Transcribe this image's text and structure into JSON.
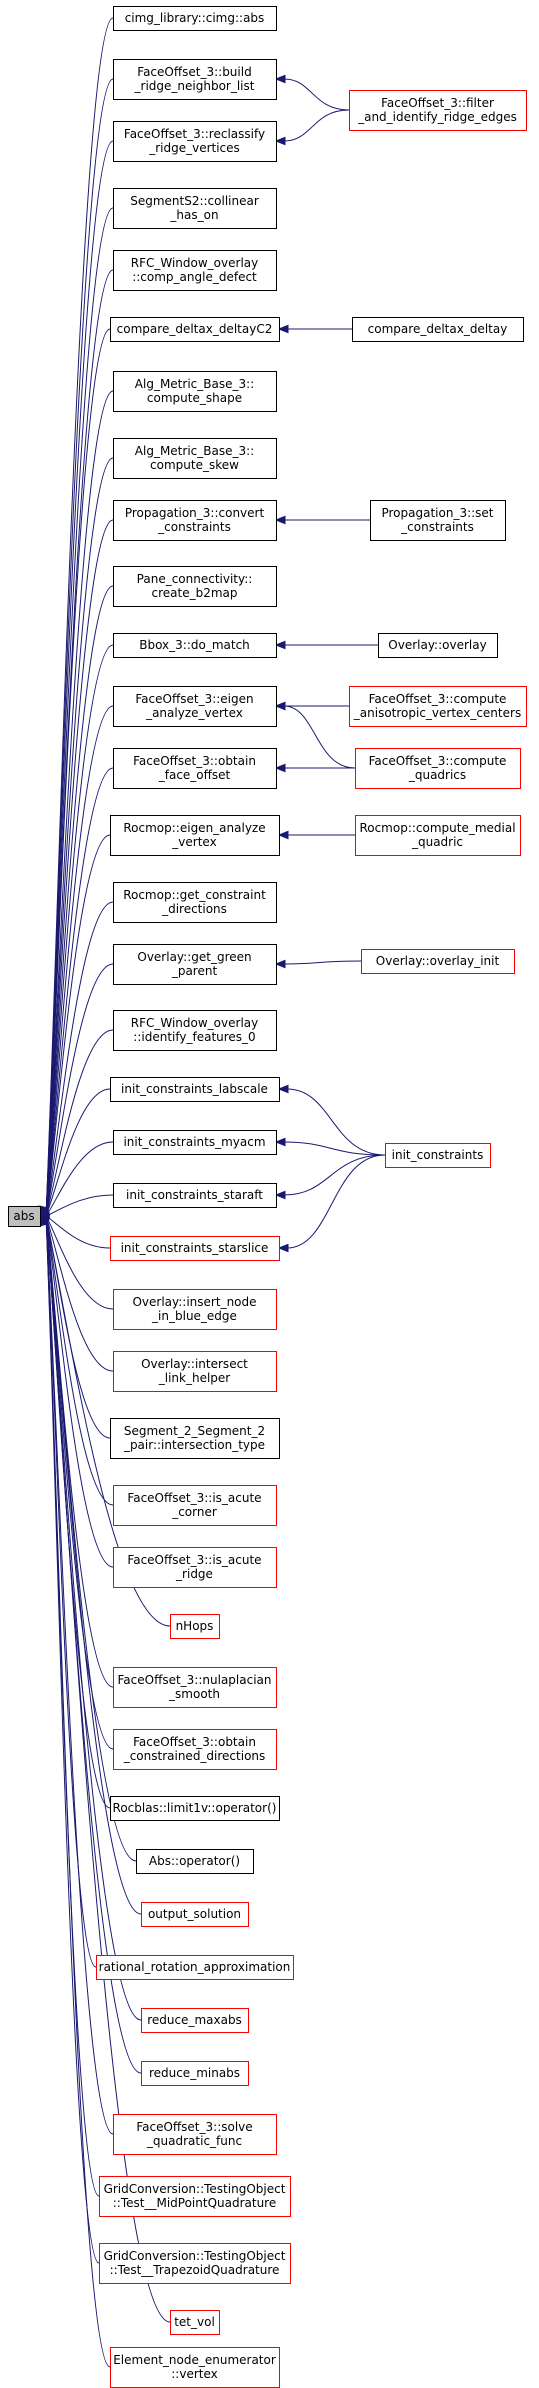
{
  "root": {
    "id": "abs",
    "lines": [
      "abs"
    ],
    "color": "gray"
  },
  "callers": [
    {
      "id": "c1",
      "lines": [
        "cimg_library::cimg::abs"
      ],
      "color": "black"
    },
    {
      "id": "c2",
      "lines": [
        "FaceOffset_3::build",
        "_ridge_neighbor_list"
      ],
      "color": "black"
    },
    {
      "id": "c3",
      "lines": [
        "FaceOffset_3::reclassify",
        "_ridge_vertices"
      ],
      "color": "black"
    },
    {
      "id": "c4",
      "lines": [
        "SegmentS2::collinear",
        "_has_on"
      ],
      "color": "black"
    },
    {
      "id": "c5",
      "lines": [
        "RFC_Window_overlay",
        "::comp_angle_defect"
      ],
      "color": "black"
    },
    {
      "id": "c6",
      "lines": [
        "compare_deltax_deltayC2"
      ],
      "color": "black"
    },
    {
      "id": "c7",
      "lines": [
        "Alg_Metric_Base_3::",
        "compute_shape"
      ],
      "color": "black"
    },
    {
      "id": "c8",
      "lines": [
        "Alg_Metric_Base_3::",
        "compute_skew"
      ],
      "color": "black"
    },
    {
      "id": "c9",
      "lines": [
        "Propagation_3::convert",
        "_constraints"
      ],
      "color": "black"
    },
    {
      "id": "c10",
      "lines": [
        "Pane_connectivity::",
        "create_b2map"
      ],
      "color": "black"
    },
    {
      "id": "c11",
      "lines": [
        "Bbox_3::do_match"
      ],
      "color": "black"
    },
    {
      "id": "c12",
      "lines": [
        "FaceOffset_3::eigen",
        "_analyze_vertex"
      ],
      "color": "black"
    },
    {
      "id": "c13",
      "lines": [
        "FaceOffset_3::obtain",
        "_face_offset"
      ],
      "color": "black"
    },
    {
      "id": "c14",
      "lines": [
        "Rocmop::eigen_analyze",
        "_vertex"
      ],
      "color": "black"
    },
    {
      "id": "c15",
      "lines": [
        "Rocmop::get_constraint",
        "_directions"
      ],
      "color": "black"
    },
    {
      "id": "c16",
      "lines": [
        "Overlay::get_green",
        "_parent"
      ],
      "color": "black"
    },
    {
      "id": "c17",
      "lines": [
        "RFC_Window_overlay",
        "::identify_features_0"
      ],
      "color": "black"
    },
    {
      "id": "c18",
      "lines": [
        "init_constraints_labscale"
      ],
      "color": "black"
    },
    {
      "id": "c19",
      "lines": [
        "init_constraints_myacm"
      ],
      "color": "black"
    },
    {
      "id": "c20",
      "lines": [
        "init_constraints_staraft"
      ],
      "color": "black"
    },
    {
      "id": "c21",
      "lines": [
        "init_constraints_starslice"
      ],
      "color": "red"
    },
    {
      "id": "c22",
      "lines": [
        "Overlay::insert_node",
        "_in_blue_edge"
      ],
      "color": "red"
    },
    {
      "id": "c23",
      "lines": [
        "Overlay::intersect",
        "_link_helper"
      ],
      "color": "red"
    },
    {
      "id": "c24",
      "lines": [
        "Segment_2_Segment_2",
        "_pair::intersection_type"
      ],
      "color": "black"
    },
    {
      "id": "c25",
      "lines": [
        "FaceOffset_3::is_acute",
        "_corner"
      ],
      "color": "red"
    },
    {
      "id": "c26",
      "lines": [
        "FaceOffset_3::is_acute",
        "_ridge"
      ],
      "color": "red"
    },
    {
      "id": "c27",
      "lines": [
        "nHops"
      ],
      "color": "red"
    },
    {
      "id": "c28",
      "lines": [
        "FaceOffset_3::nulaplacian",
        "_smooth"
      ],
      "color": "red"
    },
    {
      "id": "c29",
      "lines": [
        "FaceOffset_3::obtain",
        "_constrained_directions"
      ],
      "color": "red"
    },
    {
      "id": "c30",
      "lines": [
        "Rocblas::limit1v::operator()"
      ],
      "color": "black"
    },
    {
      "id": "c31",
      "lines": [
        "Abs::operator()"
      ],
      "color": "black"
    },
    {
      "id": "c32",
      "lines": [
        "output_solution"
      ],
      "color": "red"
    },
    {
      "id": "c33",
      "lines": [
        "rational_rotation_approximation"
      ],
      "color": "red"
    },
    {
      "id": "c34",
      "lines": [
        "reduce_maxabs"
      ],
      "color": "red"
    },
    {
      "id": "c35",
      "lines": [
        "reduce_minabs"
      ],
      "color": "red"
    },
    {
      "id": "c36",
      "lines": [
        "FaceOffset_3::solve",
        "_quadratic_func"
      ],
      "color": "red"
    },
    {
      "id": "c37",
      "lines": [
        "GridConversion::TestingObject",
        "::Test__MidPointQuadrature"
      ],
      "color": "red"
    },
    {
      "id": "c38",
      "lines": [
        "GridConversion::TestingObject",
        "::Test__TrapezoidQuadrature"
      ],
      "color": "red"
    },
    {
      "id": "c39",
      "lines": [
        "tet_vol"
      ],
      "color": "red"
    },
    {
      "id": "c40",
      "lines": [
        "Element_node_enumerator",
        "::vertex"
      ],
      "color": "red"
    }
  ],
  "second_level": [
    {
      "id": "s1",
      "lines": [
        "FaceOffset_3::filter",
        "_and_identify_ridge_edges"
      ],
      "color": "red"
    },
    {
      "id": "s2",
      "lines": [
        "compare_deltax_deltay"
      ],
      "color": "black"
    },
    {
      "id": "s3",
      "lines": [
        "Propagation_3::set",
        "_constraints"
      ],
      "color": "black"
    },
    {
      "id": "s4",
      "lines": [
        "Overlay::overlay"
      ],
      "color": "black"
    },
    {
      "id": "s5",
      "lines": [
        "FaceOffset_3::compute",
        "_anisotropic_vertex_centers"
      ],
      "color": "red"
    },
    {
      "id": "s6",
      "lines": [
        "FaceOffset_3::compute",
        "_quadrics"
      ],
      "color": "red"
    },
    {
      "id": "s7",
      "lines": [
        "Rocmop::compute_medial",
        "_quadric"
      ],
      "color": "red"
    },
    {
      "id": "s8",
      "lines": [
        "Overlay::overlay_init"
      ],
      "color": "red"
    },
    {
      "id": "s9",
      "lines": [
        "init_constraints"
      ],
      "color": "red"
    }
  ],
  "edges": [
    [
      "c1",
      "abs"
    ],
    [
      "c2",
      "abs"
    ],
    [
      "c3",
      "abs"
    ],
    [
      "c4",
      "abs"
    ],
    [
      "c5",
      "abs"
    ],
    [
      "c6",
      "abs"
    ],
    [
      "c7",
      "abs"
    ],
    [
      "c8",
      "abs"
    ],
    [
      "c9",
      "abs"
    ],
    [
      "c10",
      "abs"
    ],
    [
      "c11",
      "abs"
    ],
    [
      "c12",
      "abs"
    ],
    [
      "c13",
      "abs"
    ],
    [
      "c14",
      "abs"
    ],
    [
      "c15",
      "abs"
    ],
    [
      "c16",
      "abs"
    ],
    [
      "c17",
      "abs"
    ],
    [
      "c18",
      "abs"
    ],
    [
      "c19",
      "abs"
    ],
    [
      "c20",
      "abs"
    ],
    [
      "c21",
      "abs"
    ],
    [
      "c22",
      "abs"
    ],
    [
      "c23",
      "abs"
    ],
    [
      "c24",
      "abs"
    ],
    [
      "c25",
      "abs"
    ],
    [
      "c26",
      "abs"
    ],
    [
      "c27",
      "abs"
    ],
    [
      "c28",
      "abs"
    ],
    [
      "c29",
      "abs"
    ],
    [
      "c30",
      "abs"
    ],
    [
      "c31",
      "abs"
    ],
    [
      "c32",
      "abs"
    ],
    [
      "c33",
      "abs"
    ],
    [
      "c34",
      "abs"
    ],
    [
      "c35",
      "abs"
    ],
    [
      "c36",
      "abs"
    ],
    [
      "c37",
      "abs"
    ],
    [
      "c38",
      "abs"
    ],
    [
      "c39",
      "abs"
    ],
    [
      "c40",
      "abs"
    ],
    [
      "s1",
      "c2"
    ],
    [
      "s1",
      "c3"
    ],
    [
      "s2",
      "c6"
    ],
    [
      "s3",
      "c9"
    ],
    [
      "s4",
      "c11"
    ],
    [
      "s5",
      "c12"
    ],
    [
      "s6",
      "c12"
    ],
    [
      "s6",
      "c13"
    ],
    [
      "s7",
      "c14"
    ],
    [
      "s8",
      "c16"
    ],
    [
      "s9",
      "c18"
    ],
    [
      "s9",
      "c19"
    ],
    [
      "s9",
      "c20"
    ],
    [
      "s9",
      "c21"
    ]
  ],
  "colors": {
    "edge": "#191970",
    "red_border": "#ff0000",
    "black_border": "#000000",
    "root_fill": "#bfbfbf"
  }
}
